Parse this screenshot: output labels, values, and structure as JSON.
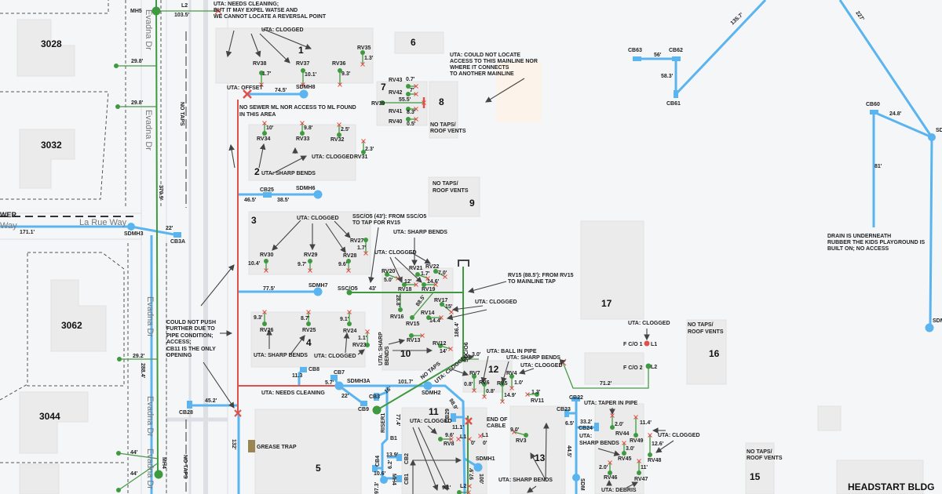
{
  "colors": {
    "storm_pipe": "#5ab4f0",
    "sewer_lateral": "#3f9a3f",
    "unlocated_main": "#e0504a",
    "building": "#ebebeb",
    "background": "#f5f6f8",
    "grease_trap": "#9b8552"
  },
  "streets": {
    "evadna": "Evadna Dr",
    "larue": "La Rue Way",
    "sewer_cut": "WER",
    "way_cut": "Way"
  },
  "buildings": {
    "b3028": "3028",
    "b3032": "3032",
    "b3062": "3062",
    "b3044": "3044",
    "n1": "1",
    "n2": "2",
    "n3": "3",
    "n4": "4",
    "n5": "5",
    "n6": "6",
    "n7": "7",
    "n8": "8",
    "n9": "9",
    "n10": "10",
    "n11": "11",
    "n12": "12",
    "n13": "13",
    "n15": "15",
    "n16": "16",
    "n17": "17",
    "headstart": "HEADSTART BLDG"
  },
  "nodes": {
    "MH5": "MH5",
    "SDMH8": "SDMH8",
    "SDMH6": "SDMH6",
    "SDMH3": "SDMH3",
    "CB3A": "CB3A",
    "CB25": "CB25",
    "SDMH7": "SDMH7",
    "SSCO5": "SSC/O5",
    "CB8": "CB8",
    "CB7": "CB7",
    "SDMH3A": "SDMH3A",
    "CB9": "CB9",
    "CB3": "CB3",
    "SDMH2": "SDMH2",
    "CB28": "CB28",
    "RISER1": "RISER1",
    "B1": "B1",
    "CB2": "CB2",
    "CB1": "CB1",
    "CB4": "CB4",
    "MH4": "MH4",
    "CB29": "CB29",
    "SDMH1": "SDMH1",
    "CB22": "CB22",
    "CB23": "CB23",
    "CB24": "CB24",
    "CB63": "CB63",
    "CB62": "CB62",
    "CB61": "CB61",
    "CB60": "CB60",
    "SD": "SD",
    "SDM": "SDM",
    "SSCO6": "SSC/O6",
    "FCO1": "F C/O 1",
    "FCO2": "F C/O 2",
    "L1": "L1",
    "L2": "L2"
  },
  "rv": {
    "RV38": "RV38",
    "RV37": "RV37",
    "RV36": "RV36",
    "RV35": "RV35",
    "RV43": "RV43",
    "RV42": "RV42",
    "RV39": "RV39",
    "RV41": "RV41",
    "RV40": "RV40",
    "RV34": "RV34",
    "RV33": "RV33",
    "RV32": "RV32",
    "RV31": "RV31",
    "RV30": "RV30",
    "RV29": "RV29",
    "RV28": "RV28",
    "RV27": "RV27",
    "RV20": "RV20",
    "RV21": "RV21",
    "RV22": "RV22",
    "RV18": "RV18",
    "RV19": "RV19",
    "RV17": "RV17",
    "RV16": "RV16",
    "RV14": "RV14",
    "RV15": "RV15",
    "RV13": "RV13",
    "RV12": "RV12",
    "RV26": "RV26",
    "RV25": "RV25",
    "RV24": "RV24",
    "RV23": "RV23",
    "RV7": "RV7",
    "RV6": "RV6",
    "RV5": "RV5",
    "RV4": "RV4",
    "RV11": "RV11",
    "RV8": "RV8",
    "RV3": "RV3",
    "RV44": "RV44",
    "RV49": "RV49",
    "RV45": "RV45",
    "RV48": "RV48",
    "RV46": "RV46",
    "RV47": "RV47"
  },
  "lengths": {
    "l103_5": "103.5'",
    "l29_8": "29.8'",
    "l370_9": "370.9'",
    "l171_1": "171.1'",
    "l22": "22'",
    "l74_5": "74.5'",
    "l46_5": "46.5'",
    "l38_5": "38.5'",
    "l77_5": "77.5'",
    "l43": "43'",
    "l186_4": "186.4'",
    "l88_5": "88.5'",
    "l28_8": "28.8'",
    "l101_7": "101.7'",
    "l16": "16'",
    "l5_7": "5.7'",
    "l11_3": "11.3",
    "l45_2": "45.2'",
    "l132": "132'",
    "l29_2": "29.2'",
    "l288_4": "288.4'",
    "l44": "44'",
    "l77_4": "77.4'",
    "l13_9": "13.9'",
    "l10_6": "10.6'",
    "l6_2": "6.2'",
    "l97_3": "97.3'",
    "l98_9": "98.9'",
    "l97_9": "97.9'",
    "l100": "100'",
    "l11_1": "11.1'",
    "l44_5": "44.5'",
    "l6_5": "6.5'",
    "l33_2": "33.2'",
    "l71_2": "71.2'",
    "l135_7": "135.7'",
    "l227": "227'",
    "l56": "56'",
    "l58_3": "58.3'",
    "l24_8": "24.8'",
    "l81": "81'",
    "t1_7": "1.7'",
    "t10_1": "10.1'",
    "t9_3": "9.3'",
    "t1_3": "1.3'",
    "t0_7": "0.7'",
    "t7": "7'",
    "t55_5": "55.5'",
    "t8_3": "8.3'",
    "t0_5": "0.5'",
    "t10": "10'",
    "t9_8": "9.8'",
    "t2_5": "2.5'",
    "t2_3": "2.3'",
    "t10_4": "10.4'",
    "t9_7": "9.7'",
    "t9_6": "9.6'",
    "t5_0": "5.0'",
    "t12": "12'",
    "t7_0": "7.0'",
    "t14_6": "14.6'",
    "t15": "15'",
    "t14_4": "14.4'",
    "t14": "14'",
    "t8_7": "8.7'",
    "t9_1": "9.1'",
    "t1_1": "1.1'",
    "t3_0": "3.0'",
    "t0_8": "0.8'",
    "t14_9": "14.9'",
    "t1_0": "1.0'",
    "t0": "0'",
    "t9_0": "9.0'",
    "t2_0": "2.0'",
    "t11_4": "11.4'",
    "t12_6": "12.6'",
    "t11": "11'"
  },
  "notes": {
    "top": [
      "UTA: NEEDS CLEANING;",
      "BUT IT MAY EXPEL WATSE AND",
      "WE CANNOT LOCATE A REVERSAL POINT"
    ],
    "clogged1": "UTA: CLOGGED",
    "offset": "UTA: OFFSET",
    "no_sewer": [
      "NO SEWER ML NOR ACCESS TO ML FOUND",
      "IN THIS AREA"
    ],
    "could_not_locate": [
      "UTA: COULD NOT LOCATE",
      "ACCESS TO THIS MAINLINE NOR",
      "WHERE IT CONNECTS",
      "TO ANOTHER MAINLINE"
    ],
    "no_taps_roof": [
      "NO TAPS/",
      "ROOF VENTS"
    ],
    "no_taps": "NO TAPS",
    "clogged": "UTA: CLOGGED",
    "sharp_bends": "UTA: SHARP BENDS",
    "ssco5": [
      "SSC/O5 (43'): FROM SSC/O5",
      "TO TAP FOR RV15"
    ],
    "rv15": [
      "RV15 (88.5'): FROM RV15",
      "TO MAINLINE TAP"
    ],
    "could_not_push": [
      "COULD NOT PUSH",
      "FURTHER DUE TO",
      "PIPE CONDITION;",
      "ACCESS;",
      "CB11 IS THE ONLY",
      "OPENING"
    ],
    "sharp_bends_split": [
      "UTA: SHARP",
      "BENDS"
    ],
    "ball": "UTA: BALL IN PIPE",
    "needs_cleaning": "UTA: NEEDS CLEANING",
    "grease_trap": "GREASE TRAP",
    "end_cable": [
      "END OF",
      "CABLE"
    ],
    "taper": "UTA: TAPER IN PIPE",
    "sharp_bends_right": [
      "UTA:",
      "SHARP BENDS"
    ],
    "debris": "UTA: DEBRIS",
    "drain": [
      "DRAIN IS UNDERNEATH",
      "RUBBER THE KIDS PLAYGROUND IS",
      "BUILT ON; NO ACCESS"
    ]
  }
}
